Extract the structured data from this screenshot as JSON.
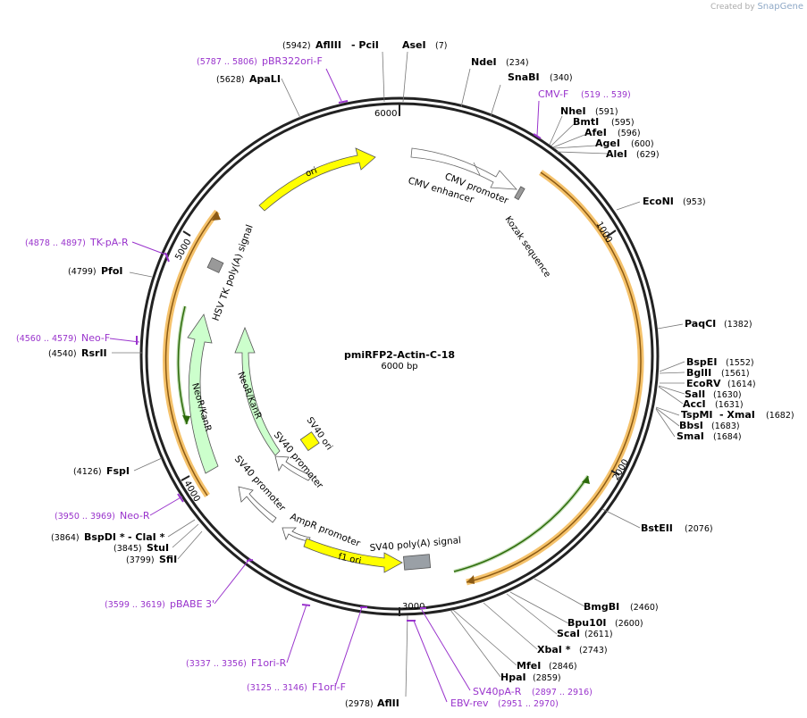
{
  "watermark": {
    "prefix": "Created by",
    "brand": "SnapGene"
  },
  "plasmid": {
    "name": "pmiRFP2-Actin-C-18",
    "length": "6000 bp"
  },
  "colors": {
    "enzyme": "#000000",
    "primer": "#9933cc",
    "backbone": "#222222",
    "ori": "#ffff00",
    "resistance": "#ccffcc",
    "promoter": "#ffffff",
    "polyA": "#999999",
    "orf_highlight": "#f5c26b",
    "orf_line": "#8b5a14",
    "green_line": "#3a7a10"
  },
  "ticks": [
    {
      "label": "6000"
    },
    {
      "label": "1000"
    },
    {
      "label": "2000"
    },
    {
      "label": "3000"
    },
    {
      "label": "4000"
    },
    {
      "label": "5000"
    }
  ],
  "enzymes": [
    {
      "pos": "(5942)",
      "name": "AflIII",
      "extra": "- PciI"
    },
    {
      "name": "AseI",
      "pos": "(7)"
    },
    {
      "name": "NdeI",
      "pos": "(234)"
    },
    {
      "name": "SnaBI",
      "pos": "(340)"
    },
    {
      "name": "NheI",
      "pos": "(591)"
    },
    {
      "name": "BmtI",
      "pos": "(595)"
    },
    {
      "name": "AfeI",
      "pos": "(596)"
    },
    {
      "name": "AgeI",
      "pos": "(600)"
    },
    {
      "name": "AleI",
      "pos": "(629)"
    },
    {
      "name": "EcoNI",
      "pos": "(953)"
    },
    {
      "name": "PaqCI",
      "pos": "(1382)"
    },
    {
      "name": "BspEI",
      "pos": "(1552)"
    },
    {
      "name": "BglII",
      "pos": "(1561)"
    },
    {
      "name": "EcoRV",
      "pos": "(1614)"
    },
    {
      "name": "SalI",
      "pos": "(1630)"
    },
    {
      "name": "AccI",
      "pos": "(1631)"
    },
    {
      "name": "TspMI",
      "extra": "- XmaI",
      "pos": "(1682)"
    },
    {
      "name": "BbsI",
      "pos": "(1683)"
    },
    {
      "name": "SmaI",
      "pos": "(1684)"
    },
    {
      "name": "BstEII",
      "pos": "(2076)"
    },
    {
      "name": "BmgBI",
      "pos": "(2460)"
    },
    {
      "name": "Bpu10I",
      "pos": "(2600)"
    },
    {
      "name": "ScaI",
      "pos": "(2611)"
    },
    {
      "name": "XbaI *",
      "pos": "(2743)"
    },
    {
      "name": "MfeI",
      "pos": "(2846)"
    },
    {
      "name": "HpaI",
      "pos": "(2859)"
    },
    {
      "pos": "(2978)",
      "name": "AflII"
    },
    {
      "pos": "(3864)",
      "name": "BspDI *",
      "extra": "- ClaI *"
    },
    {
      "pos": "(3845)",
      "name": "StuI"
    },
    {
      "pos": "(3799)",
      "name": "SfiI"
    },
    {
      "pos": "(4126)",
      "name": "FspI"
    },
    {
      "pos": "(4540)",
      "name": "RsrII"
    },
    {
      "pos": "(4799)",
      "name": "PfoI"
    },
    {
      "pos": "(5628)",
      "name": "ApaLI"
    }
  ],
  "primers": [
    {
      "range": "(5787 .. 5806)",
      "name": "pBR322ori-F"
    },
    {
      "name": "CMV-F",
      "range": "(519 .. 539)"
    },
    {
      "range": "(4878 .. 4897)",
      "name": "TK-pA-R"
    },
    {
      "range": "(4560 .. 4579)",
      "name": "Neo-F"
    },
    {
      "range": "(3950 .. 3969)",
      "name": "Neo-R"
    },
    {
      "range": "(3599 .. 3619)",
      "name": "pBABE 3'"
    },
    {
      "range": "(3337 .. 3356)",
      "name": "F1ori-R"
    },
    {
      "range": "(3125 .. 3146)",
      "name": "F1ori-F"
    },
    {
      "name": "SV40pA-R",
      "range": "(2897 .. 2916)"
    },
    {
      "name": "EBV-rev",
      "range": "(2951 .. 2970)"
    }
  ],
  "features": [
    {
      "name": "ori"
    },
    {
      "name": "CMV enhancer"
    },
    {
      "name": "CMV promoter"
    },
    {
      "name": "Kozak sequence"
    },
    {
      "name": "HSV TK poly(A) signal"
    },
    {
      "name": "NeoR/KanR"
    },
    {
      "name": "NeoR/KanR"
    },
    {
      "name": "SV40 ori"
    },
    {
      "name": "SV40 promoter"
    },
    {
      "name": "SV40 promoter"
    },
    {
      "name": "AmpR promoter"
    },
    {
      "name": "SV40 poly(A) signal"
    },
    {
      "name": "f1 ori"
    }
  ]
}
